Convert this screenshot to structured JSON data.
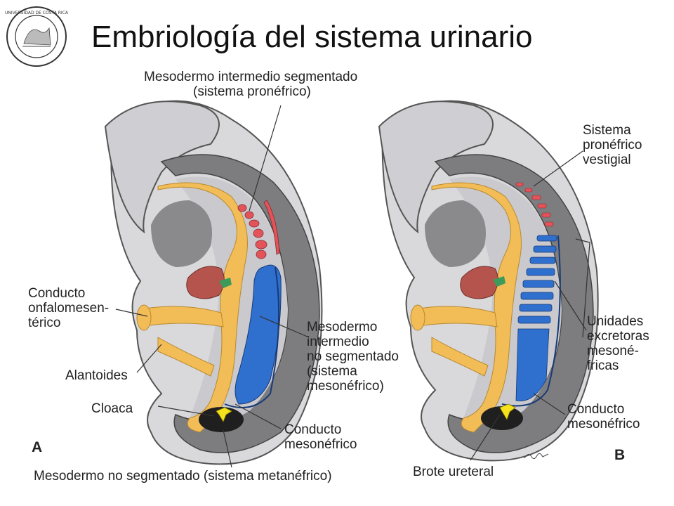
{
  "title": "Embriología del sistema urinario",
  "logo": {
    "name": "university-seal",
    "text": "UNIVERSIDAD DE COSTA RICA"
  },
  "panels": {
    "a": {
      "letter": "A",
      "labels": {
        "pronephros": [
          "Mesodermo intermedio segmentado",
          "(sistema pronéfrico)"
        ],
        "omphalomesenteric": [
          "Conducto",
          "onfalomesen-",
          "térico"
        ],
        "mesonephros": [
          "Mesodermo",
          "intermedio",
          "no segmentado",
          "(sistema",
          "mesonéfrico)"
        ],
        "allantois": "Alantoides",
        "cloaca": "Cloaca",
        "mesonephric_duct": [
          "Conducto",
          "mesonéfrico"
        ],
        "metanephros": "Mesodermo no segmentado (sistema metanéfrico)"
      }
    },
    "b": {
      "letter": "B",
      "labels": {
        "vestigial_pronephros": [
          "Sistema",
          "pronéfrico",
          "vestigial"
        ],
        "excretory_units": [
          "Unidades",
          "excretoras",
          "mesoné-",
          "fricas"
        ],
        "mesonephric_duct": [
          "Conducto",
          "mesonéfrico"
        ],
        "ureteric_bud": "Brote ureteral"
      }
    }
  },
  "colors": {
    "embryo_outer": "#d9d9dc",
    "embryo_body": "#7d7d80",
    "yolk_gut": "#f2bd57",
    "heart": "#b5544d",
    "pronephros": "#e2545a",
    "mesonephros": "#2f6fce",
    "metanephros": "#1f1f1f",
    "ureteric_bud": "#f5e11c",
    "liver_bud": "#3c9b5a"
  }
}
